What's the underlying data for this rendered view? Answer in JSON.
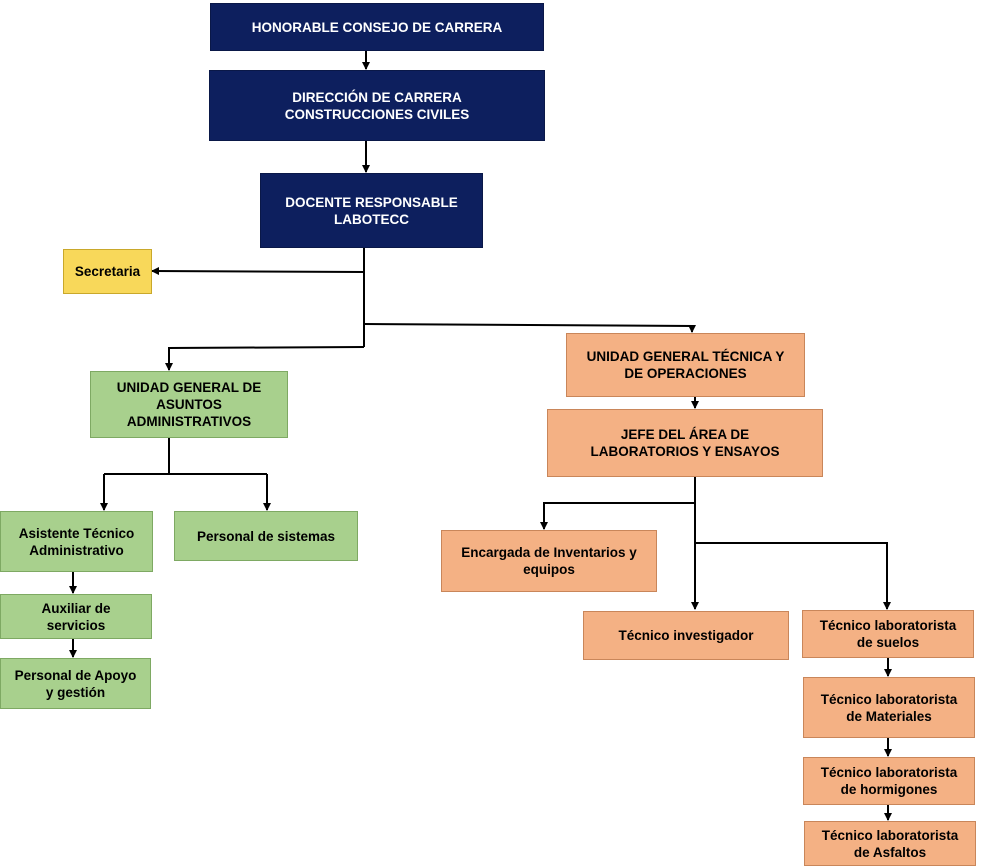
{
  "colors": {
    "navy": "#0d1f5e",
    "yellow": "#f8d85a",
    "green": "#a8d08d",
    "orange": "#f4b184",
    "connector": "#000000"
  },
  "nodes": {
    "consejo": "HONORABLE CONSEJO DE CARRERA",
    "direccion": "DIRECCIÓN DE CARRERA\nCONSTRUCCIONES CIVILES",
    "docente": "DOCENTE RESPONSABLE\nLABOTECC",
    "secretaria": "Secretaria",
    "asuntos_admin": "UNIDAD GENERAL  DE\nASUNTOS\nADMINISTRATIVOS",
    "tecnica_operaciones": "UNIDAD GENERAL TÉCNICA Y\nDE OPERACIONES",
    "jefe_area": "JEFE DEL ÁREA  DE\nLABORATORIOS Y ENSAYOS",
    "asistente": "Asistente Técnico\nAdministrativo",
    "sistemas": "Personal de sistemas",
    "auxiliar": "Auxiliar de\nservicios",
    "apoyo": "Personal de Apoyo\ny gestión",
    "inventarios": "Encargada de Inventarios y\nequipos",
    "investigador": "Técnico investigador",
    "suelos": "Técnico laboratorista\nde suelos",
    "materiales": "Técnico laboratorista\nde Materiales",
    "hormigones": "Técnico laboratorista\nde hormigones",
    "asfaltos": "Técnico laboratorista\nde Asfaltos"
  }
}
